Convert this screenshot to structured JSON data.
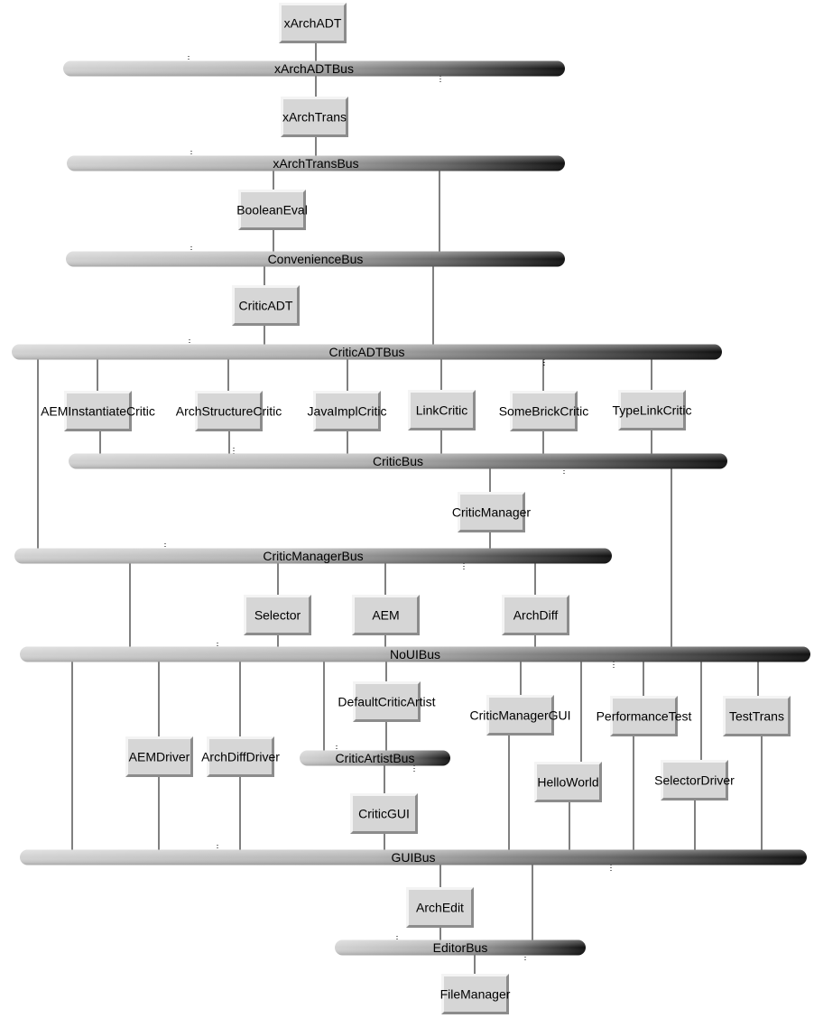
{
  "diagram": {
    "components": [
      {
        "id": "xArchADT",
        "label": "xArchADT"
      },
      {
        "id": "xArchTrans",
        "label": "xArchTrans"
      },
      {
        "id": "BooleanEval",
        "label": "BooleanEval"
      },
      {
        "id": "CriticADT",
        "label": "CriticADT"
      },
      {
        "id": "AEMInstantiateCritic",
        "label": "AEMInstantiateCritic"
      },
      {
        "id": "ArchStructureCritic",
        "label": "ArchStructureCritic"
      },
      {
        "id": "JavaImplCritic",
        "label": "JavaImplCritic"
      },
      {
        "id": "LinkCritic",
        "label": "LinkCritic"
      },
      {
        "id": "SomeBrickCritic",
        "label": "SomeBrickCritic"
      },
      {
        "id": "TypeLinkCritic",
        "label": "TypeLinkCritic"
      },
      {
        "id": "CriticManager",
        "label": "CriticManager"
      },
      {
        "id": "Selector",
        "label": "Selector"
      },
      {
        "id": "AEM",
        "label": "AEM"
      },
      {
        "id": "ArchDiff",
        "label": "ArchDiff"
      },
      {
        "id": "DefaultCriticArtist",
        "label": "DefaultCriticArtist"
      },
      {
        "id": "CriticManagerGUI",
        "label": "CriticManagerGUI"
      },
      {
        "id": "PerformanceTest",
        "label": "PerformanceTest"
      },
      {
        "id": "TestTrans",
        "label": "TestTrans"
      },
      {
        "id": "AEMDriver",
        "label": "AEMDriver"
      },
      {
        "id": "ArchDiffDriver",
        "label": "ArchDiffDriver"
      },
      {
        "id": "HelloWorld",
        "label": "HelloWorld"
      },
      {
        "id": "SelectorDriver",
        "label": "SelectorDriver"
      },
      {
        "id": "CriticGUI",
        "label": "CriticGUI"
      },
      {
        "id": "ArchEdit",
        "label": "ArchEdit"
      },
      {
        "id": "FileManager",
        "label": "FileManager"
      }
    ],
    "buses": [
      {
        "id": "xArchADTBus",
        "label": "xArchADTBus"
      },
      {
        "id": "xArchTransBus",
        "label": "xArchTransBus"
      },
      {
        "id": "ConvenienceBus",
        "label": "ConvenienceBus"
      },
      {
        "id": "CriticADTBus",
        "label": "CriticADTBus"
      },
      {
        "id": "CriticBus",
        "label": "CriticBus"
      },
      {
        "id": "CriticManagerBus",
        "label": "CriticManagerBus"
      },
      {
        "id": "NoUIBus",
        "label": "NoUIBus"
      },
      {
        "id": "CriticArtistBus",
        "label": "CriticArtistBus"
      },
      {
        "id": "GUIBus",
        "label": "GUIBus"
      },
      {
        "id": "EditorBus",
        "label": "EditorBus"
      }
    ]
  }
}
